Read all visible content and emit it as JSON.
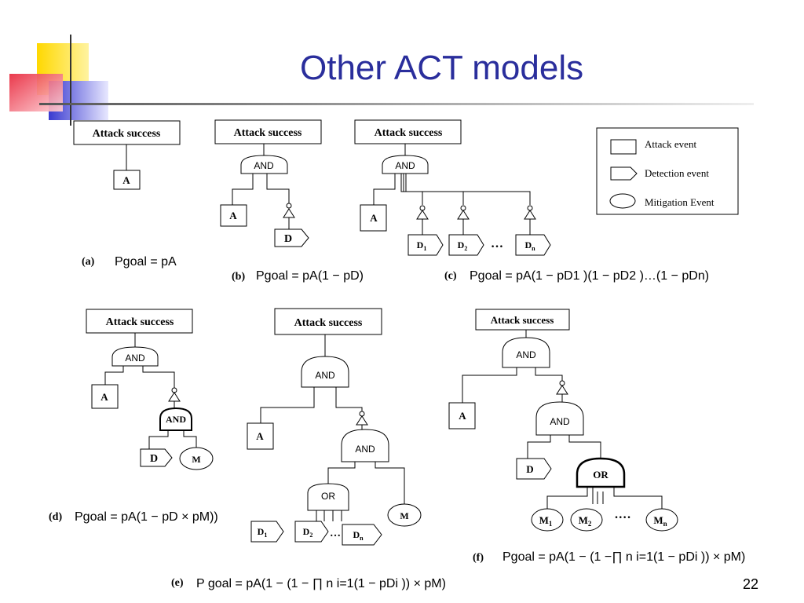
{
  "title": "Other ACT models",
  "page_number": "22",
  "legend": {
    "attack_event": "Attack event",
    "detection_event": "Detection event",
    "mitigation_event": "Mitigation Event"
  },
  "node_text": {
    "attack_success": "Attack success",
    "and": "AND",
    "or": "OR",
    "a": "A",
    "d": "D",
    "m": "M",
    "ellipsis": "…",
    "dots": "····"
  },
  "panels": [
    {
      "label": "(a)",
      "formula": "Pgoal = pA"
    },
    {
      "label": "(b)",
      "formula": "Pgoal = pA(1 − pD)"
    },
    {
      "label": "(c)",
      "formula": "Pgoal = pA(1 − pD1 )(1 − pD2 )…(1 − pDn)"
    },
    {
      "label": "(d)",
      "formula": "Pgoal = pA(1 − pD × pM))"
    },
    {
      "label": "(e)",
      "formula": "P goal = pA(1 − (1 − ∏ n i=1(1 − pDi )) × pM)"
    },
    {
      "label": "(f)",
      "formula": "Pgoal = pA(1 − (1 −∏ n i=1(1 − pDi )) × pM)"
    }
  ],
  "colors": {
    "title": "#2a2e9c",
    "deco_yellow": "#ffd800",
    "deco_red": "#e8283c",
    "deco_blue": "#3a3ad0"
  }
}
